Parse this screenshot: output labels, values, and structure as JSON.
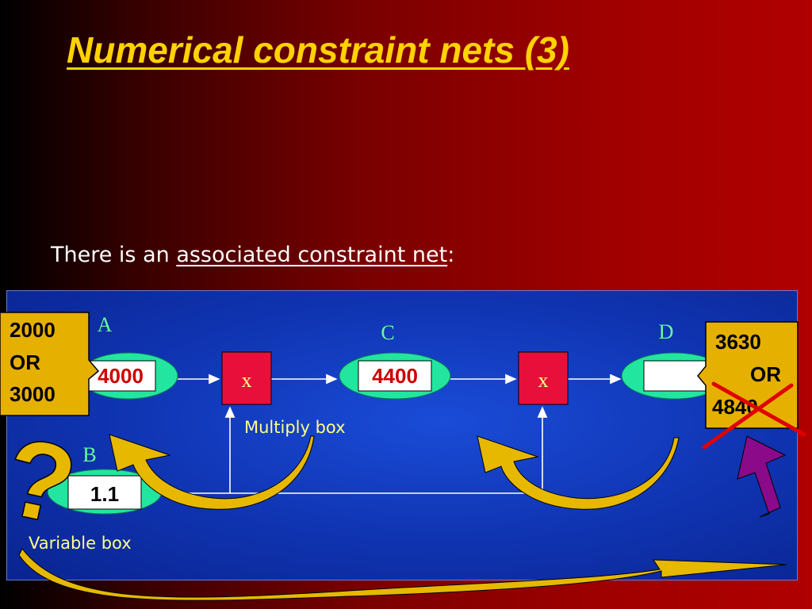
{
  "slide": {
    "title": "Numerical constraint nets (3)",
    "subtitle_prefix": "There is an ",
    "subtitle_link": "associated constraint net",
    "subtitle_suffix": ":"
  },
  "diagram": {
    "variables": {
      "A": {
        "label": "A",
        "value": "4000"
      },
      "B": {
        "label": "B",
        "value": "1.1"
      },
      "C": {
        "label": "C",
        "value": "4400"
      },
      "D": {
        "label": "D",
        "value": ""
      }
    },
    "multiply_symbol": "x",
    "multiply_box_note": "Multiply box",
    "variable_box_note": "Variable box",
    "question_mark": "?",
    "left_callout": [
      "2000",
      "OR",
      "3000"
    ],
    "right_callout": [
      "3630",
      "OR",
      "4840"
    ]
  },
  "colors": {
    "title": "#ffd200",
    "panel": "#1240c0",
    "variable_ellipse": "#22e6a0",
    "multiply_box": "#e8103a",
    "callout": "#e6b000",
    "arrow_gold": "#e6b800",
    "cross_red": "#e00000",
    "arrow_purple": "#8a0a8a"
  }
}
